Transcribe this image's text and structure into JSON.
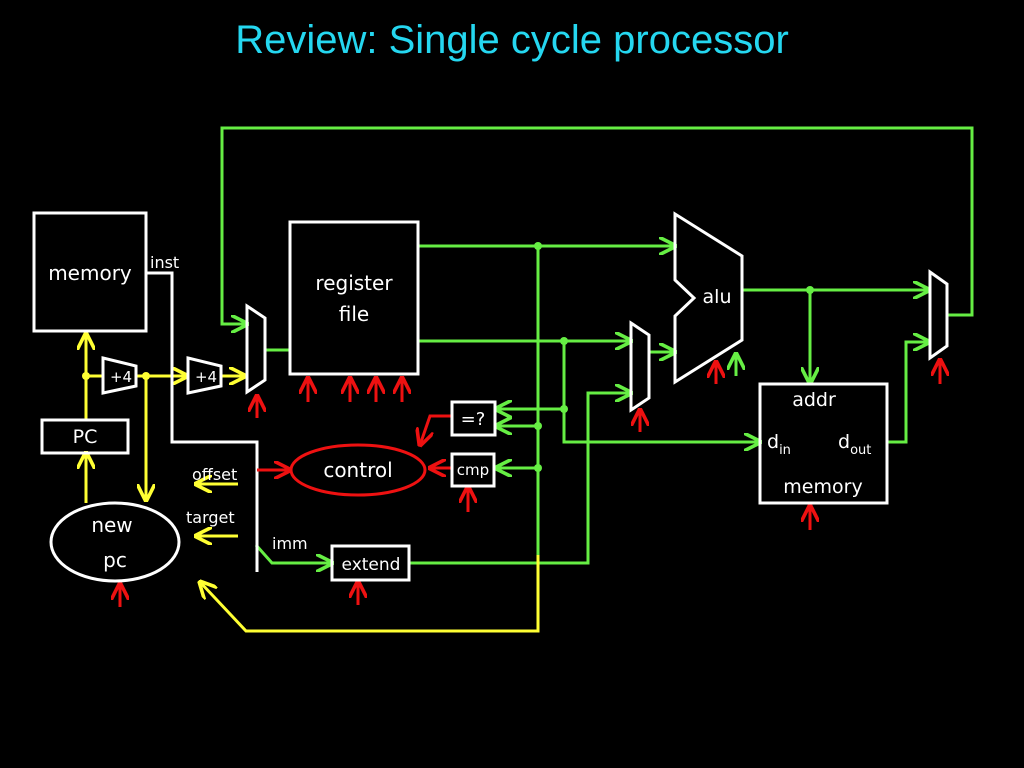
{
  "title": "Review: Single cycle processor",
  "colors": {
    "title": "#25d7f0",
    "data_path": "#66ee44",
    "pc_path": "#ffff33",
    "control_signal": "#ee1111",
    "component_outline": "#ffffff",
    "background": "#000000"
  },
  "labels": {
    "inst_memory": "memory",
    "inst": "inst",
    "register_file_line1": "register",
    "register_file_line2": "file",
    "alu": "alu",
    "pc": "PC",
    "incrementer_1": "+4",
    "incrementer_2": "+4",
    "new_pc_line1": "new",
    "new_pc_line2": "pc",
    "offset": "offset",
    "target": "target",
    "imm": "imm",
    "control": "control",
    "equal_compare": "=?",
    "cmp": "cmp",
    "extend": "extend",
    "data_memory_addr": "addr",
    "data_memory_din_main": "d",
    "data_memory_din_sub": "in",
    "data_memory_dout_main": "d",
    "data_memory_dout_sub": "out",
    "data_memory": "memory"
  }
}
